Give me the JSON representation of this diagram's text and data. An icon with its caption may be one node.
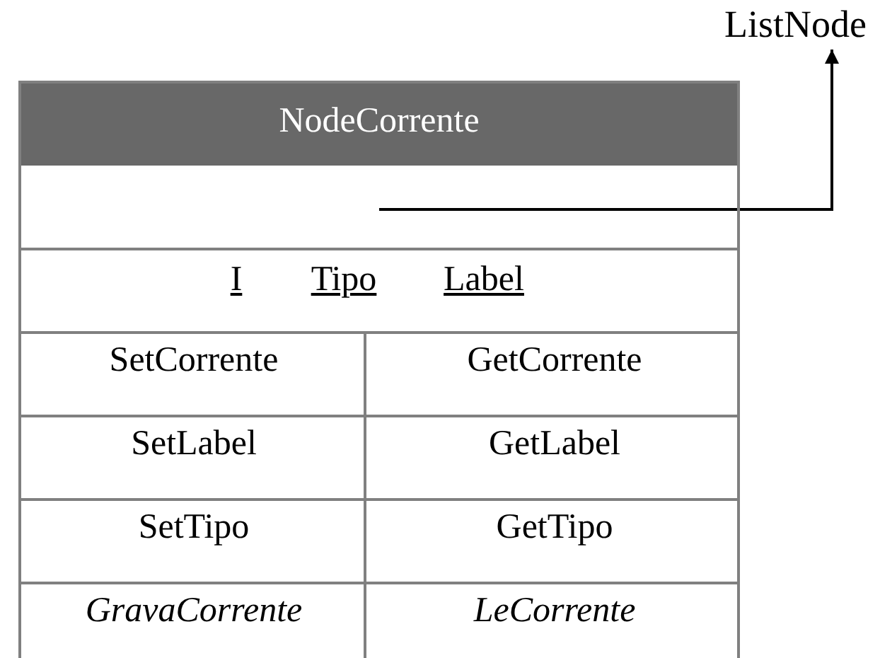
{
  "diagram": {
    "nodes": [
      {
        "text": [
          "NodeCorrente"
        ]
      },
      {
        "text": [],
        "shape": "box",
        "in": 0
      },
      {
        "text": [
          "ListNode"
        ]
      }
    ],
    "edges": [
      {
        "from": 1,
        "to": 2,
        "arrow": "to"
      }
    ],
    "labels": [
      "I",
      "Tipo",
      "Label",
      "SetCorrente",
      "GetCorrente",
      "SetLabel",
      "GetLabel",
      "SetTipo",
      "GetTipo",
      "GravaCorrente",
      "LeCorrente"
    ]
  }
}
